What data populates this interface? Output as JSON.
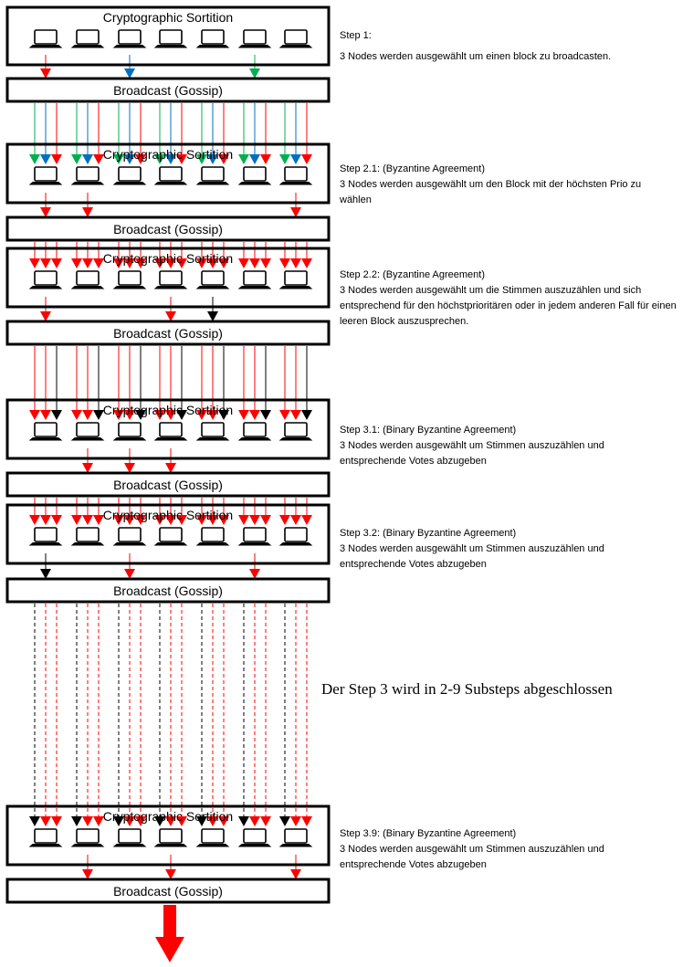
{
  "labels": {
    "sortition": "Cryptographic Sortition",
    "broadcast": "Broadcast (Gossip)"
  },
  "colors": {
    "red": "#ff0000",
    "green": "#00b050",
    "blue": "#0070c0",
    "black": "#000000",
    "frame": "#000000"
  },
  "icons": {
    "node": "laptop-icon"
  },
  "node_count": 7,
  "steps": [
    {
      "id": "step1",
      "title": "Step 1:",
      "description": "3 Nodes werden ausgewählt um einen block zu broadcasten.",
      "selected_nodes": [
        0,
        2,
        5
      ],
      "selected_colors": [
        "red",
        "blue",
        "green"
      ],
      "incoming_colors": []
    },
    {
      "id": "step21",
      "title": "Step 2.1: (Byzantine Agreement)",
      "description": "3 Nodes werden ausgewählt um den Block mit der höchsten Prio zu wählen",
      "selected_nodes": [
        0,
        1,
        6
      ],
      "selected_colors": [
        "red",
        "red",
        "red"
      ],
      "incoming_colors": [
        "green",
        "blue",
        "red"
      ]
    },
    {
      "id": "step22",
      "title": "Step 2.2: (Byzantine Agreement)",
      "description": "3 Nodes werden ausgewählt um die Stimmen auszuzählen und sich entsprechend für den höchstprioritären oder in jedem anderen Fall für einen leeren Block auszusprechen.",
      "selected_nodes": [
        0,
        3,
        4
      ],
      "selected_colors": [
        "red",
        "red",
        "black"
      ],
      "incoming_colors": [
        "red",
        "red",
        "red"
      ]
    },
    {
      "id": "step31",
      "title": "Step 3.1: (Binary Byzantine Agreement)",
      "description": "3 Nodes werden ausgewählt um Stimmen auszuzählen und entsprechende Votes abzugeben",
      "selected_nodes": [
        1,
        2,
        3
      ],
      "selected_colors": [
        "red",
        "red",
        "red"
      ],
      "incoming_colors": [
        "red",
        "red",
        "black"
      ]
    },
    {
      "id": "step32",
      "title": "Step 3.2: (Binary Byzantine Agreement)",
      "description": "3 Nodes werden ausgewählt um Stimmen auszuzählen und entsprechende Votes abzugeben",
      "selected_nodes": [
        0,
        2,
        5
      ],
      "selected_colors": [
        "black",
        "red",
        "red"
      ],
      "incoming_colors": [
        "red",
        "red",
        "red"
      ]
    },
    {
      "id": "step39",
      "title": "Step 3.9: (Binary Byzantine Agreement)",
      "description": "3 Nodes werden ausgewählt um Stimmen auszuzählen und entsprechende Votes abzugeben",
      "selected_nodes": [
        1,
        3,
        6
      ],
      "selected_colors": [
        "red",
        "red",
        "red"
      ],
      "incoming_colors": [
        "black",
        "red",
        "red"
      ]
    }
  ],
  "substeps_note": "Der Step 3 wird in 2-9 Substeps abgeschlossen"
}
